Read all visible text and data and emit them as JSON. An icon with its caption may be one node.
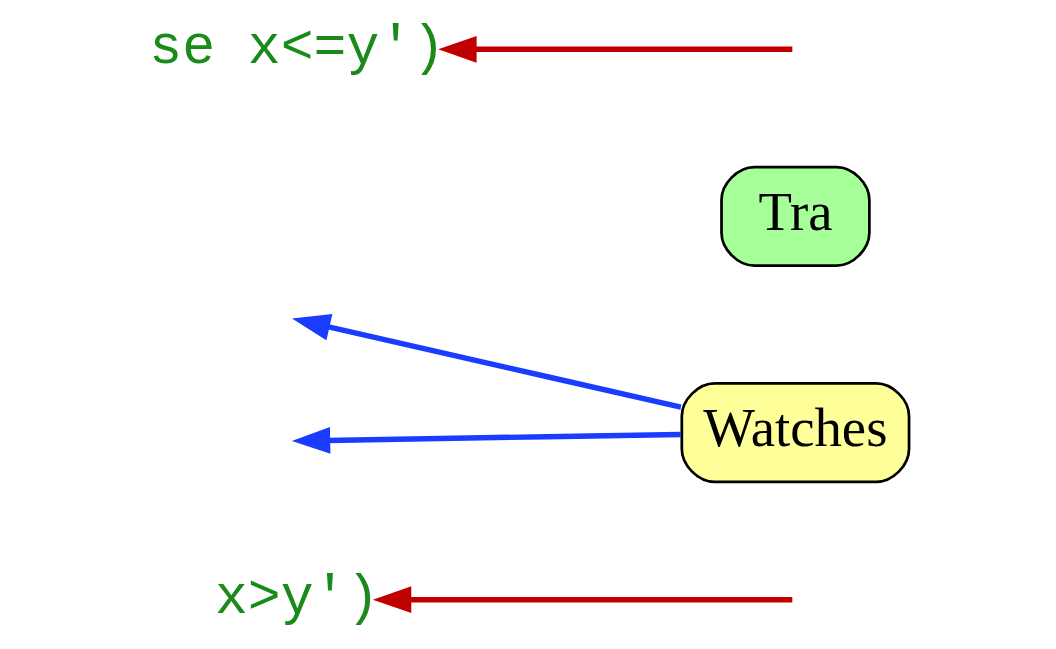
{
  "diagram": {
    "nodes": [
      {
        "text": [
          "x>y')"
        ]
      },
      {
        "text": [
          "Watches"
        ]
      },
      {
        "text": [
          "Tra"
        ]
      },
      {
        "text": [
          "se x<=y')"
        ]
      }
    ],
    "edges": [
      {
        "from": null,
        "to": 0,
        "arrow": "to",
        "color": "#c00000"
      },
      {
        "from": 1,
        "to": null,
        "arrow": "to",
        "color": "#1a3cff"
      },
      {
        "from": null,
        "to": 3,
        "arrow": "to",
        "color": "#c00000"
      },
      {
        "from": 1,
        "to": null,
        "arrow": "to",
        "color": "#1a3cff"
      }
    ]
  }
}
